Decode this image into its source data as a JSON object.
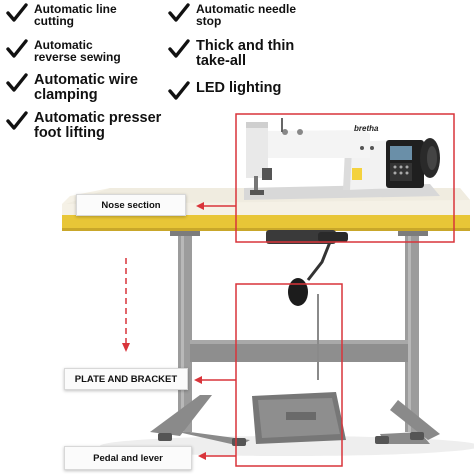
{
  "features": [
    {
      "lines": [
        "Automatic line",
        "cutting"
      ],
      "icon": "checkmark-icon"
    },
    {
      "lines": [
        "Automatic needle",
        "stop"
      ],
      "icon": "checkmark-icon"
    },
    {
      "lines": [
        "Automatic",
        "reverse sewing"
      ],
      "icon": "checkmark-icon"
    },
    {
      "lines": [
        "Thick and thin",
        "take-all"
      ],
      "icon": "checkmark-icon"
    },
    {
      "lines": [
        "Automatic wire",
        "clamping"
      ],
      "icon": "checkmark-icon"
    },
    {
      "lines": [
        "LED lighting"
      ],
      "icon": "checkmark-icon"
    },
    {
      "lines": [
        "Automatic presser",
        "foot lifting"
      ],
      "icon": "checkmark-icon"
    }
  ],
  "callouts": {
    "nose": "Nose section",
    "plate": "PLATE AND BRACKET",
    "pedal": "Pedal and lever"
  },
  "machine": {
    "brand": "bretha"
  },
  "colors": {
    "highlight": "#d9343a",
    "table_edge": "#e8c637",
    "frame": "#9a9a9a",
    "check": "#111111"
  }
}
